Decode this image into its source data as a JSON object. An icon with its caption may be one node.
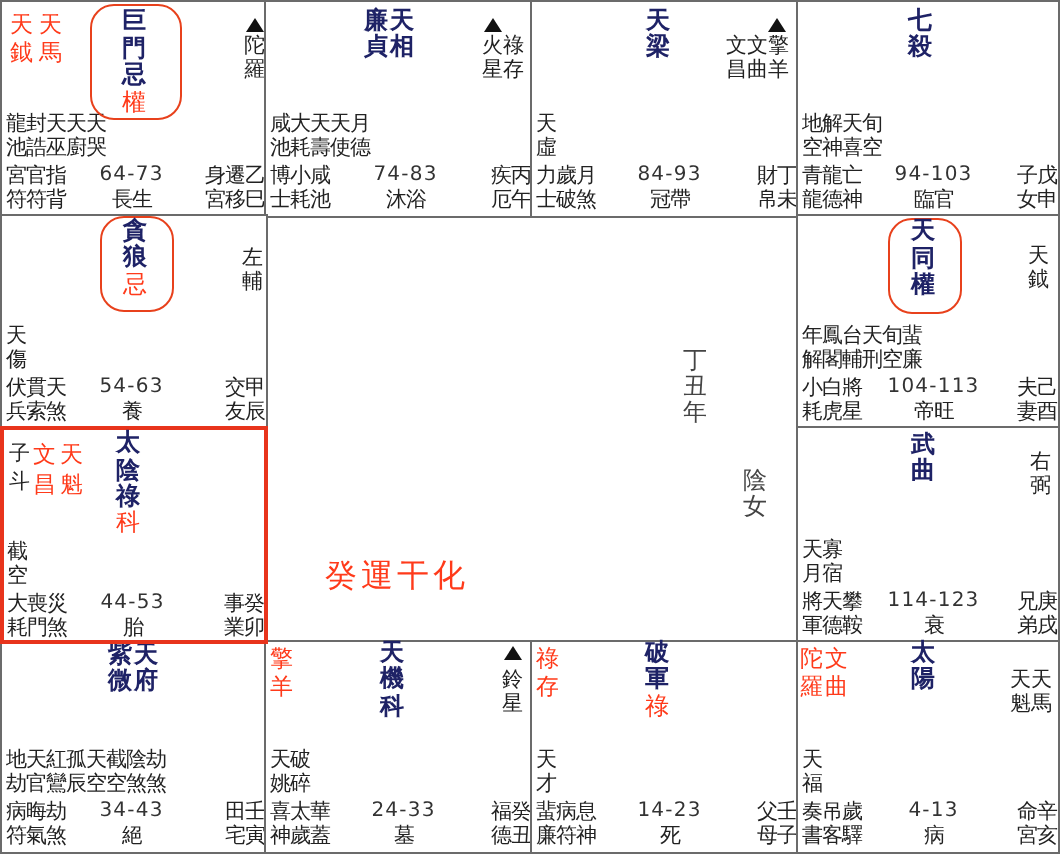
{
  "diagram": {
    "nodes": [
      {
        "text": [
          "天鉞",
          "天馬",
          "陀羅",
          "龍封天天天",
          "池誥巫廚哭",
          "宮官指",
          "符符背",
          "64-73",
          "長生",
          "身遷乙",
          "宮移巳"
        ]
      },
      {
        "text": [
          "巨門",
          "忌",
          "權"
        ],
        "in": 0
      },
      {
        "text": [
          "廉貞",
          "天相",
          "火星",
          "祿存",
          "咸大天天月",
          "池耗壽使德",
          "博小咸",
          "士耗池",
          "74-83",
          "沐浴",
          "疾丙",
          "厄午"
        ]
      },
      {
        "text": [
          "天梁",
          "文昌",
          "文曲",
          "擎羊",
          "天",
          "虛",
          "力歲月",
          "士破煞",
          "84-93",
          "冠帶",
          "財丁",
          "帛未"
        ]
      },
      {
        "text": [
          "七殺",
          "地解天旬",
          "空神喜空",
          "青龍亡",
          "龍德神",
          "94-103",
          "臨官",
          "子戊",
          "女申"
        ]
      },
      {
        "text": [
          "左輔",
          "天",
          "傷",
          "伏貫天",
          "兵索煞",
          "54-63",
          "養",
          "交甲",
          "友辰"
        ]
      },
      {
        "text": [
          "貪狼",
          "忌"
        ],
        "in": 5
      },
      {
        "text": [
          "丁丑年",
          "陰女",
          "癸運干化"
        ]
      },
      {
        "text": [
          "天鉞",
          "年鳳台天旬蜚",
          "解閣輔刑空廉",
          "小白將",
          "耗虎星",
          "104-113",
          "帝旺",
          "夫己",
          "妻酉"
        ]
      },
      {
        "text": [
          "天同",
          "權"
        ],
        "in": 8
      },
      {
        "text": [
          "子斗",
          "文昌",
          "天魁",
          "太陰",
          "祿",
          "科",
          "截",
          "空",
          "大喪災",
          "耗門煞",
          "44-53",
          "胎",
          "事癸",
          "業卯"
        ]
      },
      {
        "text": [
          "武曲",
          "右弼",
          "天寡",
          "月宿",
          "將天攀",
          "軍德鞍",
          "114-123",
          "衰",
          "兄庚",
          "弟戌"
        ]
      },
      {
        "text": [
          "紫微",
          "天府",
          "地天紅孤天截陰劫",
          "劫官鸞辰空空煞煞",
          "病晦劫",
          "符氣煞",
          "34-43",
          "絕",
          "田壬",
          "宅寅"
        ]
      },
      {
        "text": [
          "擎羊",
          "天機",
          "科",
          "鈴星",
          "天破",
          "姚碎",
          "喜太華",
          "神歲蓋",
          "24-33",
          "墓",
          "福癸",
          "德丑"
        ]
      },
      {
        "text": [
          "祿存",
          "破軍",
          "祿",
          "天",
          "才",
          "蜚病息",
          "廉符神",
          "14-23",
          "死",
          "父壬",
          "母子"
        ]
      },
      {
        "text": [
          "陀羅",
          "文曲",
          "太陽",
          "天魁",
          "天馬",
          "天",
          "福",
          "奏吊歲",
          "書客驛",
          "4-13",
          "病",
          "命辛",
          "宮亥"
        ]
      }
    ]
  }
}
